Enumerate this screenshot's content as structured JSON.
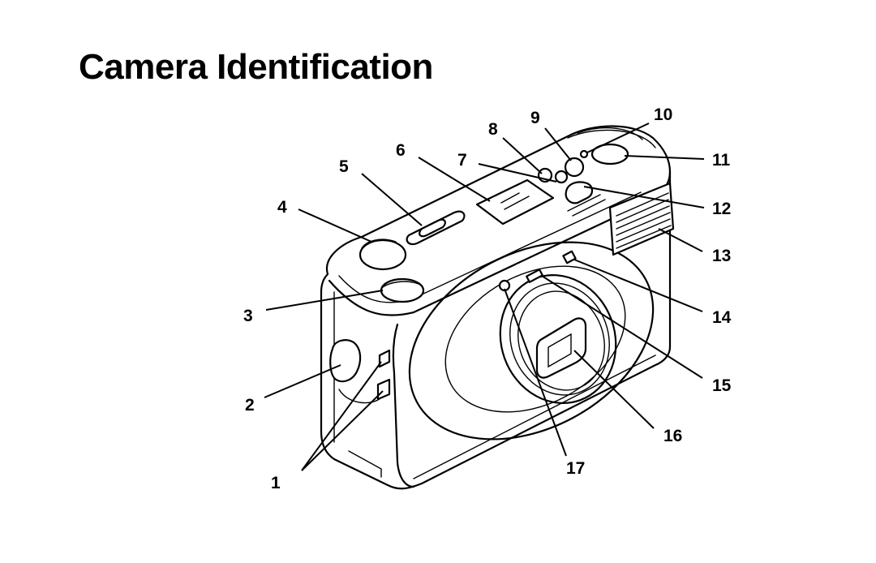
{
  "page": {
    "title": "Camera Identification"
  },
  "callouts": [
    {
      "number": "1",
      "part": "camera-part-1"
    },
    {
      "number": "2",
      "part": "camera-part-2"
    },
    {
      "number": "3",
      "part": "camera-part-3"
    },
    {
      "number": "4",
      "part": "camera-part-4"
    },
    {
      "number": "5",
      "part": "camera-part-5"
    },
    {
      "number": "6",
      "part": "camera-part-6"
    },
    {
      "number": "7",
      "part": "camera-part-7"
    },
    {
      "number": "8",
      "part": "camera-part-8"
    },
    {
      "number": "9",
      "part": "camera-part-9"
    },
    {
      "number": "10",
      "part": "camera-part-10"
    },
    {
      "number": "11",
      "part": "camera-part-11"
    },
    {
      "number": "12",
      "part": "camera-part-12"
    },
    {
      "number": "13",
      "part": "camera-part-13"
    },
    {
      "number": "14",
      "part": "camera-part-14"
    },
    {
      "number": "15",
      "part": "camera-part-15"
    },
    {
      "number": "16",
      "part": "camera-part-16"
    },
    {
      "number": "17",
      "part": "camera-part-17"
    }
  ]
}
